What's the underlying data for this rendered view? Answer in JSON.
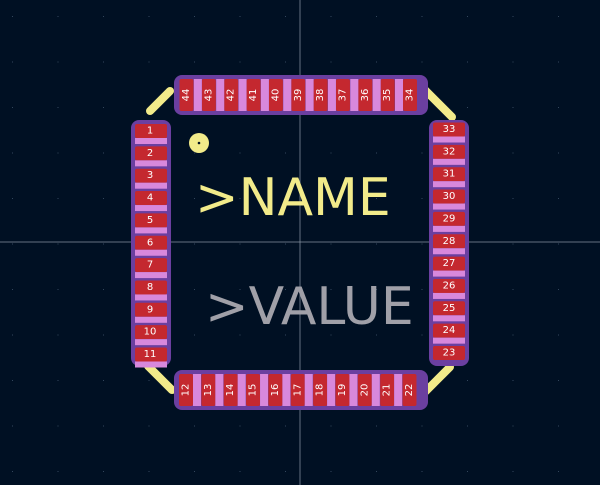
{
  "footprint": {
    "name_text": ">NAME",
    "value_text": ">VALUE",
    "pads_left": [
      "1",
      "2",
      "3",
      "4",
      "5",
      "6",
      "7",
      "8",
      "9",
      "10",
      "11"
    ],
    "pads_bottom": [
      "12",
      "13",
      "14",
      "15",
      "16",
      "17",
      "18",
      "19",
      "20",
      "21",
      "22"
    ],
    "pads_right": [
      "23",
      "24",
      "25",
      "26",
      "27",
      "28",
      "29",
      "30",
      "31",
      "32",
      "33"
    ],
    "pads_top": [
      "34",
      "35",
      "36",
      "37",
      "38",
      "39",
      "40",
      "41",
      "42",
      "43",
      "44"
    ]
  },
  "colors": {
    "background": "#001023",
    "pad": "#c4282f",
    "pad_mask": "#6b3fa0",
    "pad_highlight": "#d888dc",
    "silkscreen": "#f2eb8a",
    "fab_text": "#a0a0a8",
    "crosshair": "#8d9aa8"
  }
}
